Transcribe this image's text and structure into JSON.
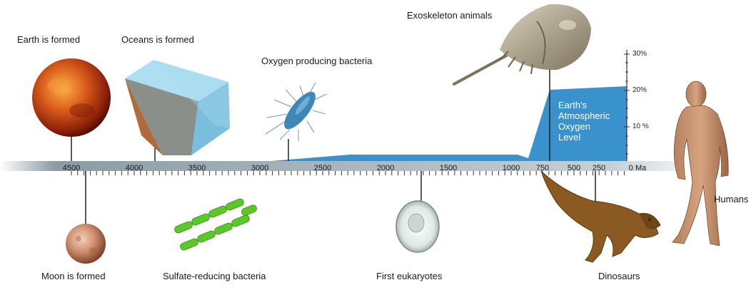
{
  "events_above": {
    "earth_formed": "Earth is formed",
    "oceans_formed": "Oceans is formed",
    "oxygen_bacteria": "Oxygen producing bacteria",
    "exoskeleton": "Exoskeleton animals"
  },
  "events_below": {
    "moon_formed": "Moon is formed",
    "sulfate_bacteria": "Sulfate-reducing bacteria",
    "first_eukaryotes": "First eukaryotes",
    "dinosaurs": "Dinosaurs",
    "humans": "Humans"
  },
  "axis": {
    "ticks": [
      "4500",
      "4000",
      "3500",
      "3000",
      "2500",
      "2000",
      "1500",
      "1000",
      "750",
      "500",
      "250",
      "0 Ma"
    ]
  },
  "oxygen_scale": {
    "ticks": [
      "30%",
      "20%",
      "10 %"
    ],
    "label_lines": [
      "Earth's",
      "Atmospheric",
      "Oxygen",
      "Level"
    ]
  },
  "colors": {
    "oxygen_fill": "#3a92cc",
    "axis_bar": "#9aa9b3",
    "background": "#ffffff"
  }
}
